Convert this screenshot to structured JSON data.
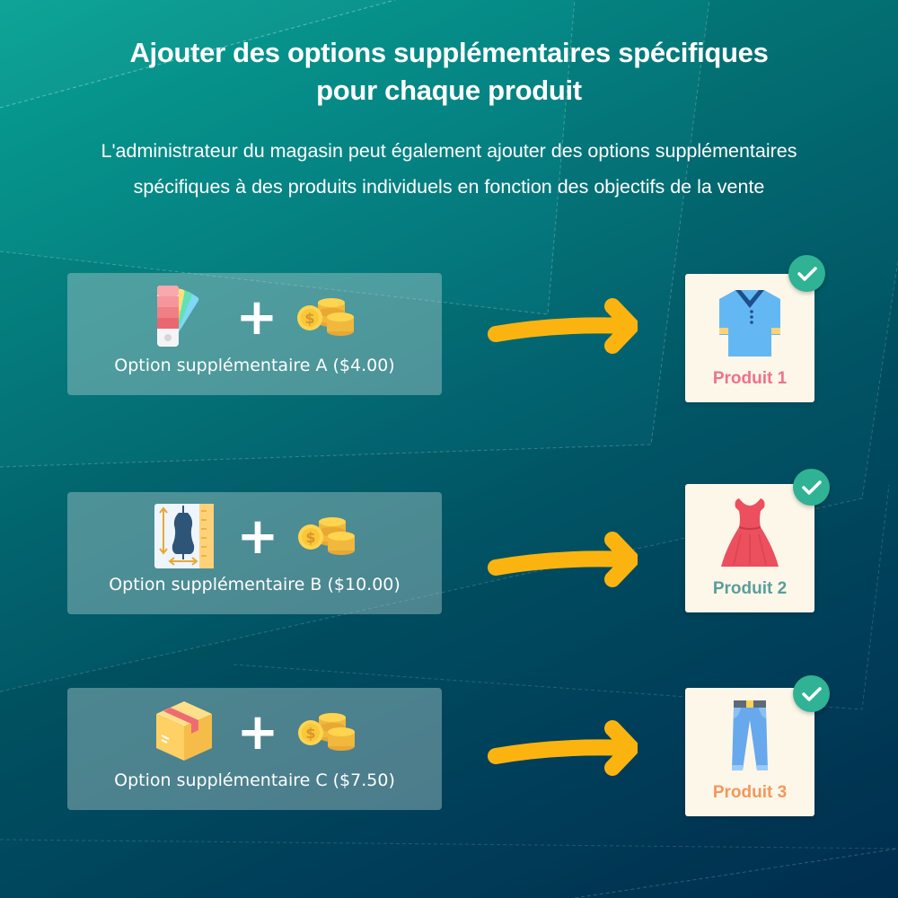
{
  "header": {
    "title_line1": "Ajouter des options supplémentaires spécifiques",
    "title_line2": "pour chaque produit",
    "subtitle_line1": "L'administrateur du magasin peut également ajouter des options supplémentaires",
    "subtitle_line2": "spécifiques à des produits individuels en fonction des objectifs de la vente"
  },
  "colors": {
    "bg_top_left": "#06a193",
    "bg_bottom_right": "#023558",
    "arrow": "#fbb40f",
    "check_badge": "#2fb394",
    "product_card_bg": "#fdf7ea"
  },
  "plus_symbol": "+",
  "rows": [
    {
      "option": {
        "label": "Option supplémentaire A ($4.00)",
        "icon": "color-swatch-icon",
        "price_icon": "coins-icon"
      },
      "product": {
        "label": "Produit 1",
        "icon": "polo-shirt-icon",
        "label_color": "#f0708a",
        "checked": true
      }
    },
    {
      "option": {
        "label": "Option supplémentaire B ($10.00)",
        "icon": "tailor-mannequin-icon",
        "price_icon": "coins-icon"
      },
      "product": {
        "label": "Produit 2",
        "icon": "dress-icon",
        "label_color": "#5a9e9c",
        "checked": true
      }
    },
    {
      "option": {
        "label": "Option supplémentaire C ($7.50)",
        "icon": "package-box-icon",
        "price_icon": "coins-icon"
      },
      "product": {
        "label": "Produit 3",
        "icon": "jeans-icon",
        "label_color": "#f4975a",
        "checked": true
      }
    }
  ]
}
